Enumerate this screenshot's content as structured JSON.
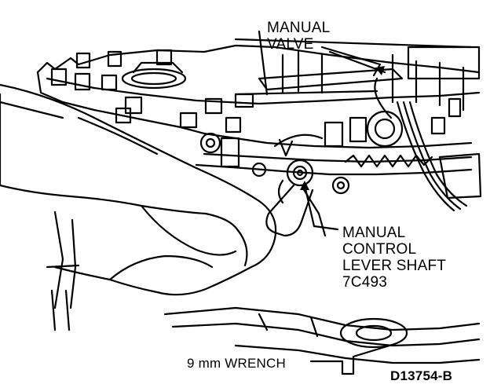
{
  "labels": {
    "manual_valve": [
      "MANUAL",
      "VALVE"
    ],
    "manual_control_lever_shaft": [
      "MANUAL",
      "CONTROL",
      "LEVER SHAFT",
      "7C493"
    ],
    "wrench": "9 mm WRENCH",
    "figure_id": "D13754-B"
  },
  "colors": {
    "ink": "#000000",
    "paper": "#ffffff"
  }
}
